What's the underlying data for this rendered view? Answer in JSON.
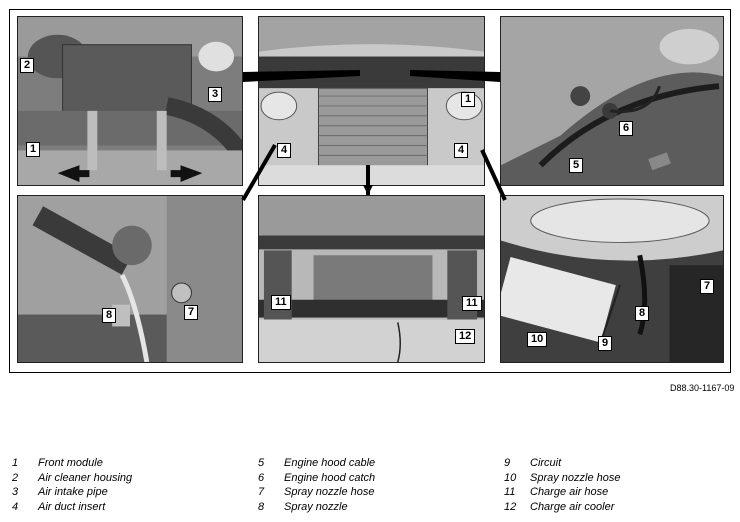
{
  "figure": {
    "reference": "D88.30-1167-09",
    "callouts": {
      "p1": [
        "2",
        "3",
        "1"
      ],
      "p2": [
        "1",
        "4",
        "4"
      ],
      "p3": [
        "6",
        "5"
      ],
      "p4": [
        "8",
        "7"
      ],
      "p5": [
        "11",
        "11",
        "12"
      ],
      "p6": [
        "7",
        "8",
        "10",
        "9"
      ]
    }
  },
  "legend": [
    {
      "num": "1",
      "label": "Front module"
    },
    {
      "num": "2",
      "label": "Air cleaner housing"
    },
    {
      "num": "3",
      "label": "Air intake pipe"
    },
    {
      "num": "4",
      "label": "Air duct insert"
    },
    {
      "num": "5",
      "label": "Engine hood cable"
    },
    {
      "num": "6",
      "label": "Engine hood catch"
    },
    {
      "num": "7",
      "label": "Spray nozzle hose"
    },
    {
      "num": "8",
      "label": "Spray nozzle"
    },
    {
      "num": "9",
      "label": "Circuit"
    },
    {
      "num": "10",
      "label": "Spray nozzle hose"
    },
    {
      "num": "11",
      "label": "Charge air hose"
    },
    {
      "num": "12",
      "label": "Charge air cooler"
    }
  ]
}
